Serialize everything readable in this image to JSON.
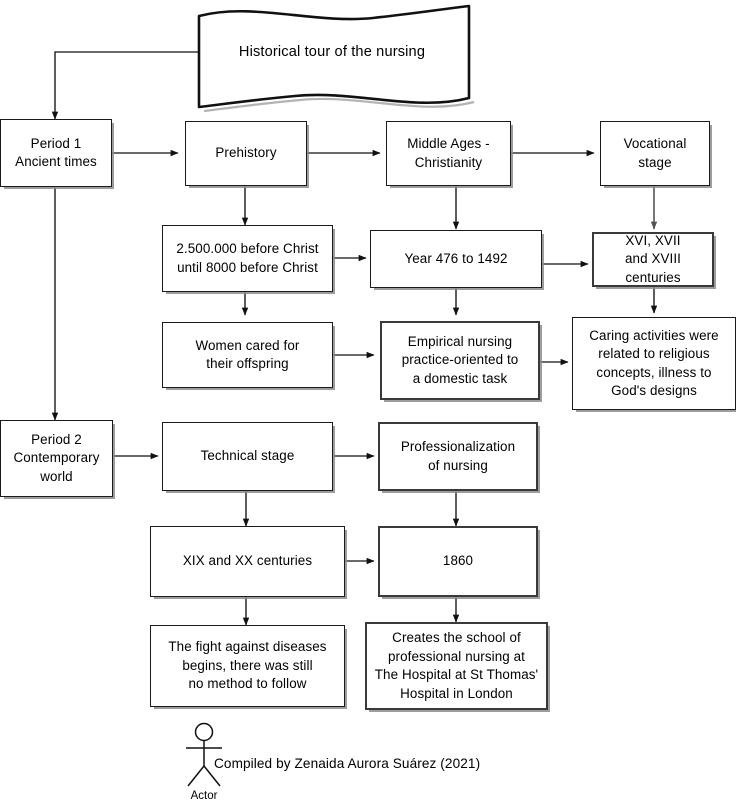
{
  "diagram": {
    "title": "Historical tour of the nursing",
    "nodes": [
      {
        "id": "period1",
        "label": "Period 1\nAncient times"
      },
      {
        "id": "prehistory",
        "label": "Prehistory"
      },
      {
        "id": "middle_ages",
        "label": "Middle Ages -\nChristianity"
      },
      {
        "id": "vocational",
        "label": "Vocational\nstage"
      },
      {
        "id": "prehistory_dates",
        "label": "2.500.000 before Christ\nuntil 8000 before Christ"
      },
      {
        "id": "year_476",
        "label": "Year 476 to 1492"
      },
      {
        "id": "centuries_16_18",
        "label": "XVI, XVII\nand XVIII centuries"
      },
      {
        "id": "women_cared",
        "label": "Women cared for\ntheir offspring"
      },
      {
        "id": "empirical",
        "label": "Empirical nursing\npractice-oriented to\na domestic task"
      },
      {
        "id": "caring",
        "label": "Caring activities were\nrelated to religious\nconcepts, illness to\nGod's designs"
      },
      {
        "id": "period2",
        "label": "Period 2\nContemporary\nworld"
      },
      {
        "id": "technical",
        "label": "Technical stage"
      },
      {
        "id": "professional",
        "label": "Professionalization\nof nursing"
      },
      {
        "id": "centuries_19_20",
        "label": "XIX and XX centuries"
      },
      {
        "id": "year_1860",
        "label": "1860"
      },
      {
        "id": "fight",
        "label": "The fight against diseases\nbegins, there was still\nno method to follow"
      },
      {
        "id": "school",
        "label": "Creates the school of\nprofessional nursing at\nThe Hospital at St Thomas'\nHospital in London"
      }
    ],
    "actor": {
      "label": "Actor",
      "icon": "actor-stick-figure-icon"
    },
    "credit": "Compiled by Zenaida Aurora Suárez (2021)",
    "colors": {
      "stroke": "#1a1a1a",
      "stroke_gray": "#6e6e6e",
      "shadow": "#8c8c8c",
      "fill": "#ffffff"
    }
  }
}
